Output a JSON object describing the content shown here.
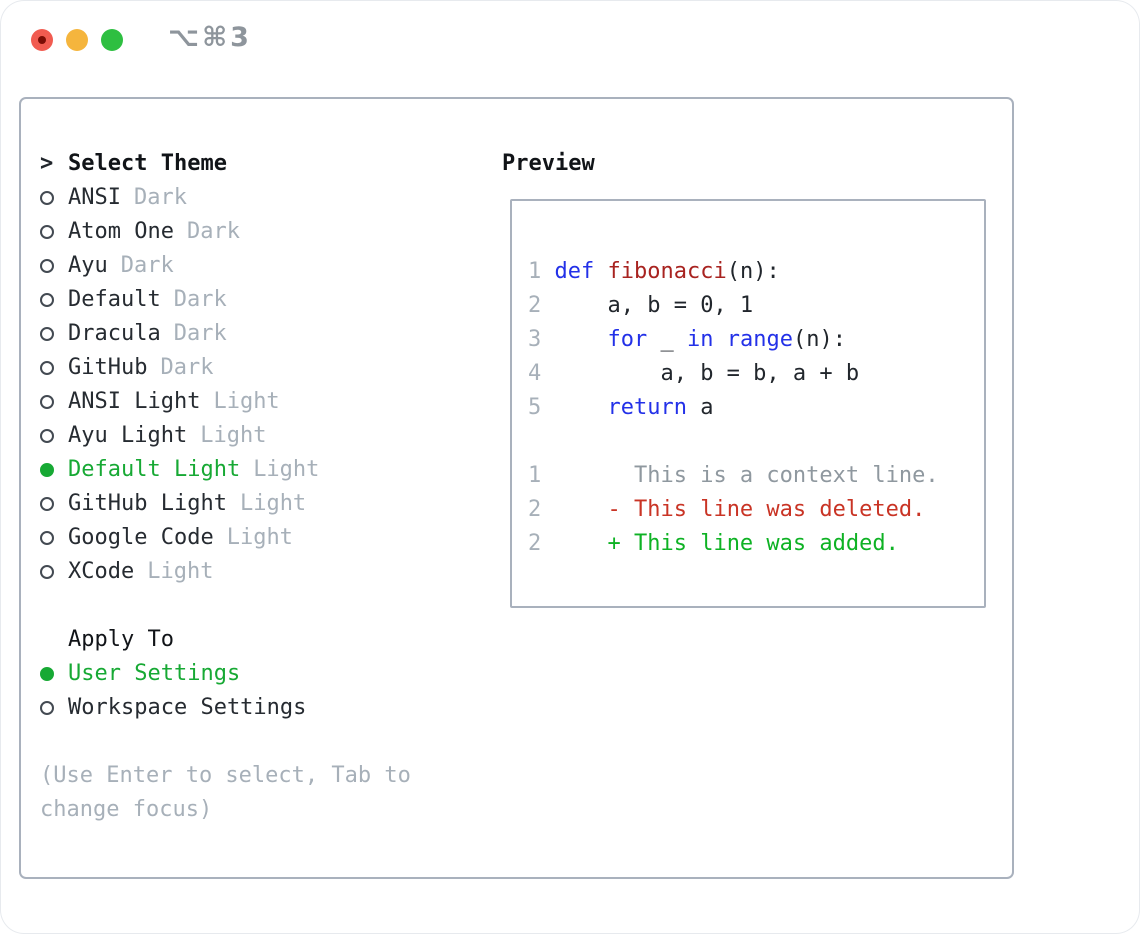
{
  "window": {
    "title": "⌥⌘3"
  },
  "colors": {
    "accent_green": "#17a934",
    "keyword_blue": "#2331e8",
    "function_red": "#a82320",
    "diff_deleted_red": "#c93425",
    "diff_added_green": "#0eb224",
    "muted_gray": "#a7b0b9",
    "context_gray": "#8f989f",
    "text_dark": "#21262c",
    "border_gray": "#a9b1bd",
    "traffic_red": "#f15b50",
    "traffic_yellow": "#f5b53d",
    "traffic_green": "#2ebf41"
  },
  "theme_panel": {
    "header": {
      "prompt": ">",
      "label": "Select Theme"
    },
    "items": [
      {
        "name": "ANSI",
        "variant": "Dark",
        "selected": false
      },
      {
        "name": "Atom One",
        "variant": "Dark",
        "selected": false
      },
      {
        "name": "Ayu",
        "variant": "Dark",
        "selected": false
      },
      {
        "name": "Default",
        "variant": "Dark",
        "selected": false
      },
      {
        "name": "Dracula",
        "variant": "Dark",
        "selected": false
      },
      {
        "name": "GitHub",
        "variant": "Dark",
        "selected": false
      },
      {
        "name": "ANSI Light",
        "variant": "Light",
        "selected": false
      },
      {
        "name": "Ayu Light",
        "variant": "Light",
        "selected": false
      },
      {
        "name": "Default Light",
        "variant": "Light",
        "selected": true
      },
      {
        "name": "GitHub Light",
        "variant": "Light",
        "selected": false
      },
      {
        "name": "Google Code",
        "variant": "Light",
        "selected": false
      },
      {
        "name": "XCode",
        "variant": "Light",
        "selected": false
      }
    ],
    "apply_to": {
      "label": "Apply To",
      "options": [
        {
          "label": "User Settings",
          "selected": true
        },
        {
          "label": "Workspace Settings",
          "selected": false
        }
      ]
    },
    "hint_lines": [
      "(Use Enter to select, Tab to",
      "change focus)"
    ]
  },
  "preview": {
    "label": "Preview",
    "lines": [
      {
        "segments": []
      },
      {
        "segments": [
          {
            "t": "1",
            "c": "num"
          },
          {
            "t": " ",
            "c": "plain"
          },
          {
            "t": "def",
            "c": "kw"
          },
          {
            "t": " ",
            "c": "plain"
          },
          {
            "t": "fibonacci",
            "c": "fn"
          },
          {
            "t": "(n):",
            "c": "plain"
          }
        ]
      },
      {
        "segments": [
          {
            "t": "2",
            "c": "num"
          },
          {
            "t": "     a, b = 0, 1",
            "c": "plain"
          }
        ]
      },
      {
        "segments": [
          {
            "t": "3",
            "c": "num"
          },
          {
            "t": "     ",
            "c": "plain"
          },
          {
            "t": "for",
            "c": "kw"
          },
          {
            "t": " _ ",
            "c": "plain"
          },
          {
            "t": "in",
            "c": "kw"
          },
          {
            "t": " ",
            "c": "plain"
          },
          {
            "t": "range",
            "c": "kw"
          },
          {
            "t": "(n):",
            "c": "plain"
          }
        ]
      },
      {
        "segments": [
          {
            "t": "4",
            "c": "num"
          },
          {
            "t": "         a, b = b, a + b",
            "c": "plain"
          }
        ]
      },
      {
        "segments": [
          {
            "t": "5",
            "c": "num"
          },
          {
            "t": "     ",
            "c": "plain"
          },
          {
            "t": "return",
            "c": "kw"
          },
          {
            "t": " a",
            "c": "plain"
          }
        ]
      },
      {
        "segments": []
      },
      {
        "segments": [
          {
            "t": "1",
            "c": "num"
          },
          {
            "t": "       ",
            "c": "plain"
          },
          {
            "t": "This is a context line.",
            "c": "ctx"
          }
        ]
      },
      {
        "segments": [
          {
            "t": "2",
            "c": "num"
          },
          {
            "t": "     ",
            "c": "plain"
          },
          {
            "t": "- This line was deleted.",
            "c": "del"
          }
        ]
      },
      {
        "segments": [
          {
            "t": "2",
            "c": "num"
          },
          {
            "t": "     ",
            "c": "plain"
          },
          {
            "t": "+ This line was added.",
            "c": "add"
          }
        ]
      }
    ]
  }
}
